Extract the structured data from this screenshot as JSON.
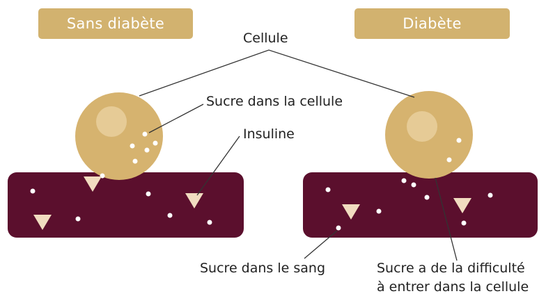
{
  "colors": {
    "tag_bg": "#d2b26f",
    "cell": "#d6b36f",
    "cell_highlight": "#e6cb96",
    "blood_vessel": "#5b0f2d",
    "sugar": "#ffffff",
    "insulin": "#f1dcc0",
    "line": "#333333",
    "text": "#222222"
  },
  "tags": {
    "left": "Sans diabète",
    "right": "Diabète"
  },
  "labels": {
    "cell": "Cellule",
    "sugar_in_cell": "Sucre dans la cellule",
    "insulin": "Insuline",
    "sugar_in_blood": "Sucre dans le sang",
    "difficulty_line1": "Sucre a de la difficulté",
    "difficulty_line2": "à entrer dans la cellule"
  }
}
